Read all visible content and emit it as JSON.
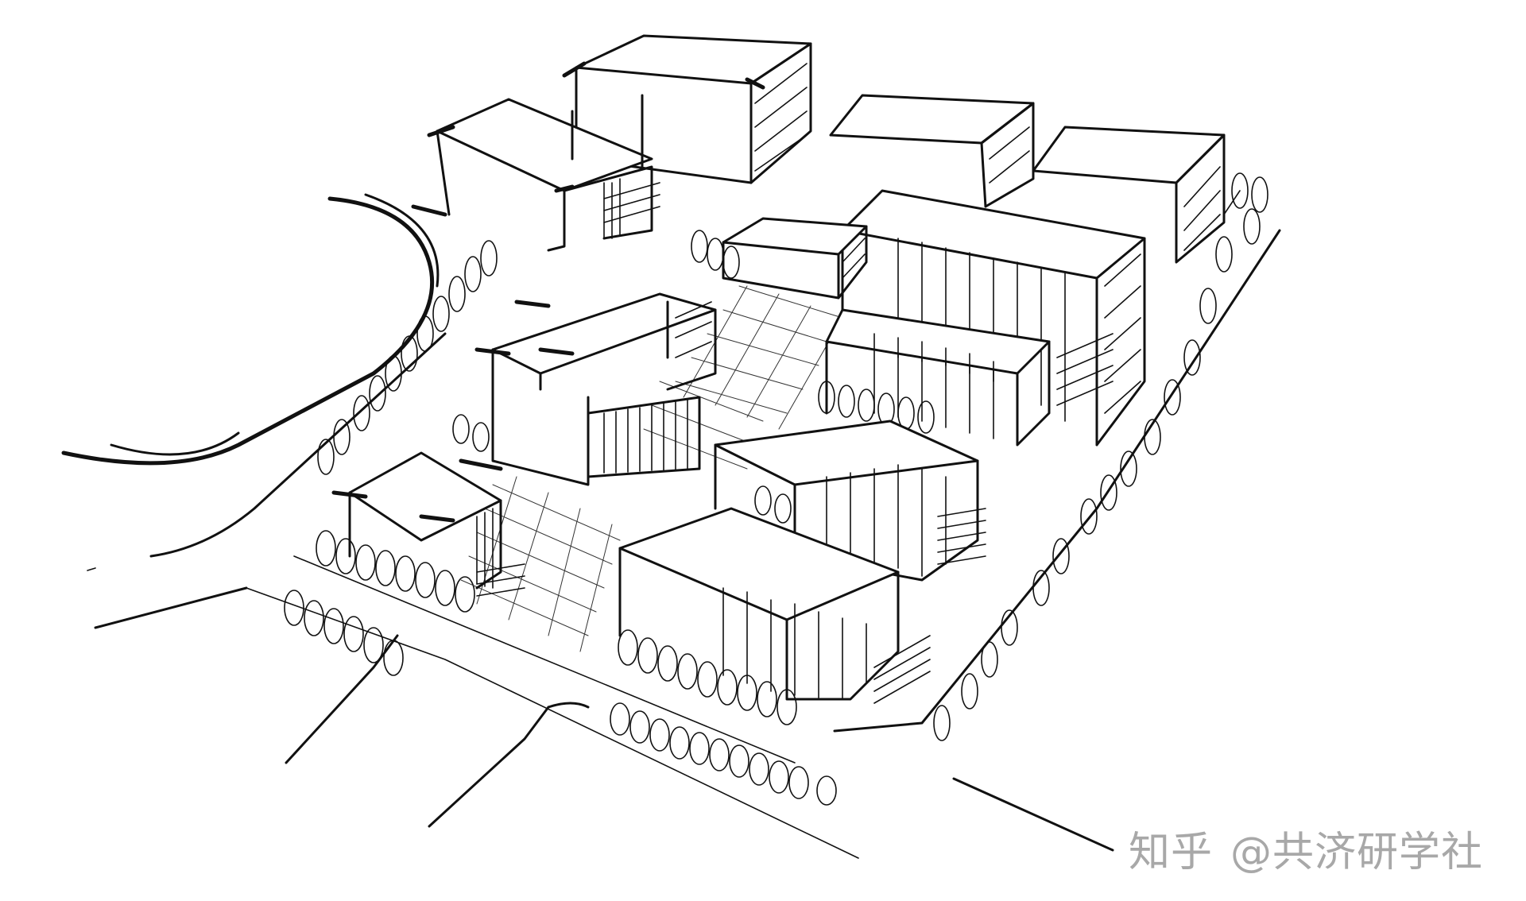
{
  "image": {
    "kind": "hand-drawn architectural axonometric sketch",
    "subject": "urban block with clustered low-rise and mid-rise buildings, central courtyard grid, tree-lined streets",
    "background_color": "#ffffff",
    "ink_color": "#111111"
  },
  "watermark": {
    "platform": "知乎",
    "handle": "@共济研学社",
    "color": "#a8a8a8"
  }
}
